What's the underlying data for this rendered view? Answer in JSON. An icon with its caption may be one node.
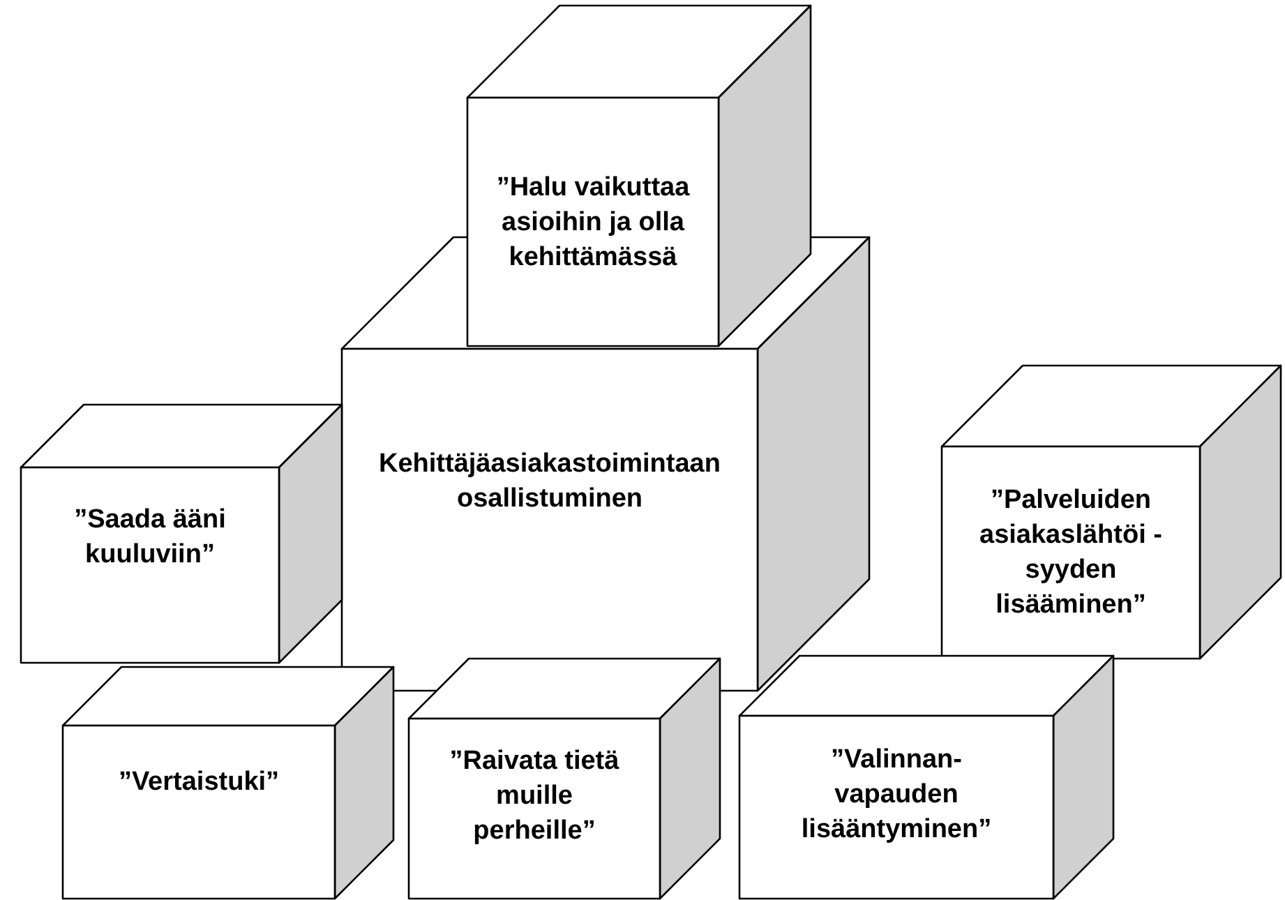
{
  "diagram": {
    "nodes": [
      {
        "text": [
          "”Halu vaikuttaa asioihin ja olla kehittämässä"
        ]
      },
      {
        "text": [
          "Kehittäjäasiakastoimintaan osallistuminen"
        ]
      },
      {
        "text": [
          "”Saada ääni kuuluviin”"
        ]
      },
      {
        "text": [
          "”Palveluiden asiakaslähtöi -syyden lisääminen”"
        ]
      },
      {
        "text": [
          "”Vertaistuki”"
        ]
      },
      {
        "text": [
          "”Raivata tietä muille perheille”"
        ]
      },
      {
        "text": [
          "”Valinnan- vapauden lisääntyminen”"
        ]
      }
    ]
  }
}
